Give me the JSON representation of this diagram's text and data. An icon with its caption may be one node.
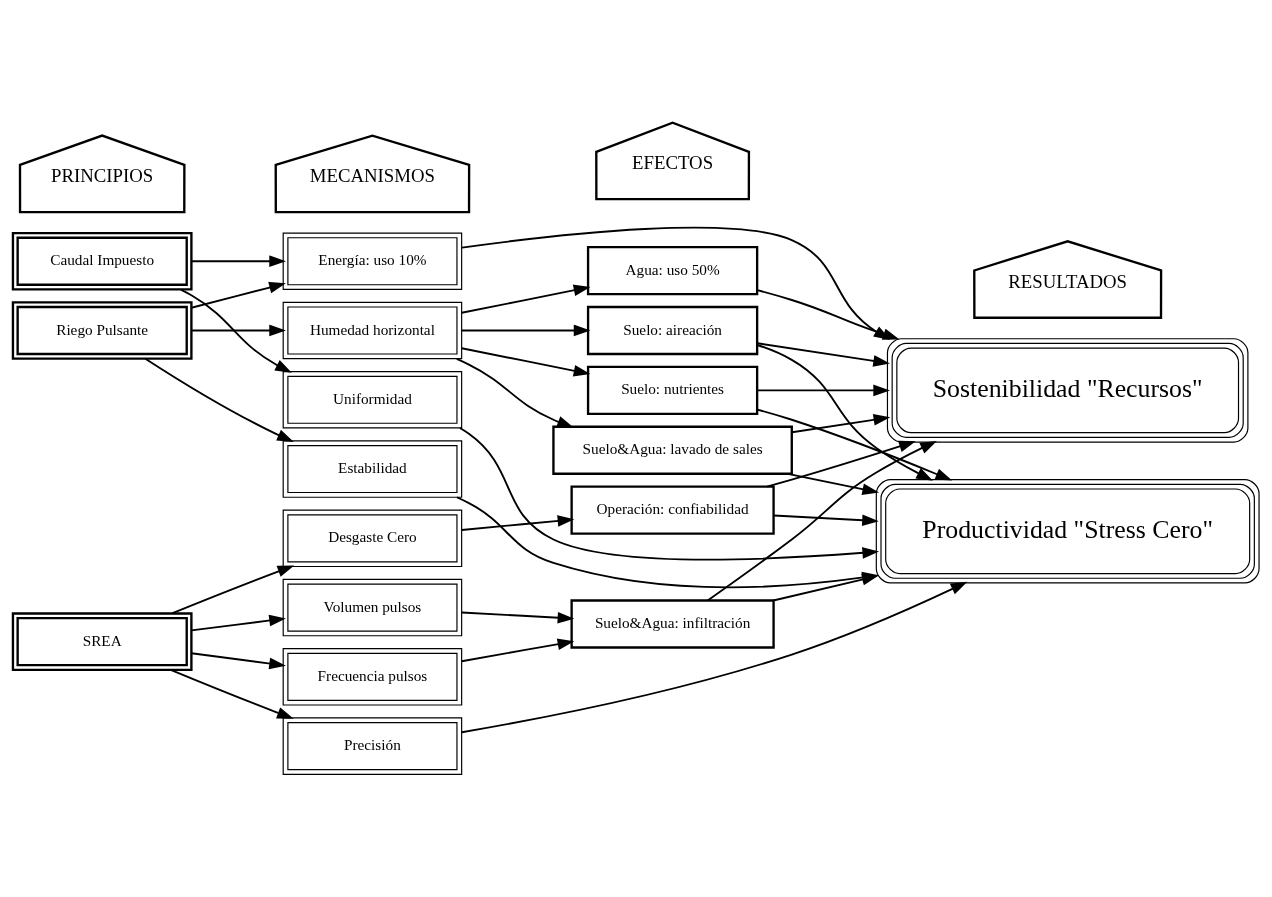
{
  "diagram": {
    "nodes": [
      {
        "text": [
          "Riego Pulsante"
        ]
      },
      {
        "text": [
          "Caudal Impuesto"
        ]
      },
      {
        "text": [
          "SREA"
        ]
      },
      {
        "text": [
          "Estabilidad"
        ]
      },
      {
        "text": [
          "Humedad horizontal"
        ]
      },
      {
        "text": [
          "Energía: uso 10%"
        ]
      },
      {
        "text": [
          "Uniformidad"
        ]
      },
      {
        "text": [
          "Precisión"
        ]
      },
      {
        "text": [
          "Frecuencia pulsos"
        ]
      },
      {
        "text": [
          "Volumen pulsos"
        ]
      },
      {
        "text": [
          "Desgaste Cero"
        ]
      },
      {
        "text": [
          "Suelo&Agua: lavado de sales"
        ]
      },
      {
        "text": [
          "Suelo: aireación"
        ]
      },
      {
        "text": [
          "Suelo: nutrientes"
        ]
      },
      {
        "text": [
          "Agua: uso 50%"
        ]
      },
      {
        "text": [
          "Suelo&Agua: infiltración"
        ]
      },
      {
        "text": [
          "Operación: confiabilidad"
        ]
      },
      {
        "text": [
          "Productividad \"Stress Cero\""
        ]
      },
      {
        "text": [
          "Sostenibilidad \"Recursos\""
        ]
      },
      {
        "text": [
          "PRINCIPIOS"
        ]
      },
      {
        "text": [
          "MECANISMOS"
        ]
      },
      {
        "text": [
          "EFECTOS"
        ]
      },
      {
        "text": [
          "RESULTADOS"
        ]
      }
    ],
    "edges": [
      {
        "from": 0,
        "to": 3,
        "arrow": "to"
      },
      {
        "from": 0,
        "to": 4,
        "arrow": "to"
      },
      {
        "from": 0,
        "to": 5,
        "arrow": "to"
      },
      {
        "from": 1,
        "to": 5,
        "arrow": "to"
      },
      {
        "from": 1,
        "to": 6,
        "arrow": "to"
      },
      {
        "from": 2,
        "to": 7,
        "arrow": "to"
      },
      {
        "from": 2,
        "to": 8,
        "arrow": "to"
      },
      {
        "from": 2,
        "to": 9,
        "arrow": "to"
      },
      {
        "from": 2,
        "to": 10,
        "arrow": "to"
      },
      {
        "from": 4,
        "to": 11,
        "arrow": "to"
      },
      {
        "from": 4,
        "to": 12,
        "arrow": "to"
      },
      {
        "from": 4,
        "to": 13,
        "arrow": "to"
      },
      {
        "from": 4,
        "to": 14,
        "arrow": "to"
      },
      {
        "from": 8,
        "to": 15,
        "arrow": "to"
      },
      {
        "from": 9,
        "to": 15,
        "arrow": "to"
      },
      {
        "from": 10,
        "to": 16,
        "arrow": "to"
      },
      {
        "from": 3,
        "to": 17,
        "arrow": "to"
      },
      {
        "from": 11,
        "to": 17,
        "arrow": "to"
      },
      {
        "from": 11,
        "to": 18,
        "arrow": "to"
      },
      {
        "from": 12,
        "to": 17,
        "arrow": "to"
      },
      {
        "from": 12,
        "to": 18,
        "arrow": "to"
      },
      {
        "from": 13,
        "to": 17,
        "arrow": "to"
      },
      {
        "from": 13,
        "to": 18,
        "arrow": "to"
      },
      {
        "from": 14,
        "to": 18,
        "arrow": "to"
      },
      {
        "from": 5,
        "to": 18,
        "arrow": "to"
      },
      {
        "from": 6,
        "to": 17,
        "arrow": "to"
      },
      {
        "from": 7,
        "to": 17,
        "arrow": "to"
      },
      {
        "from": 15,
        "to": 17,
        "arrow": "to"
      },
      {
        "from": 15,
        "to": 18,
        "arrow": "to"
      },
      {
        "from": 16,
        "to": 17,
        "arrow": "to"
      },
      {
        "from": 16,
        "to": 18,
        "arrow": "to"
      }
    ]
  }
}
